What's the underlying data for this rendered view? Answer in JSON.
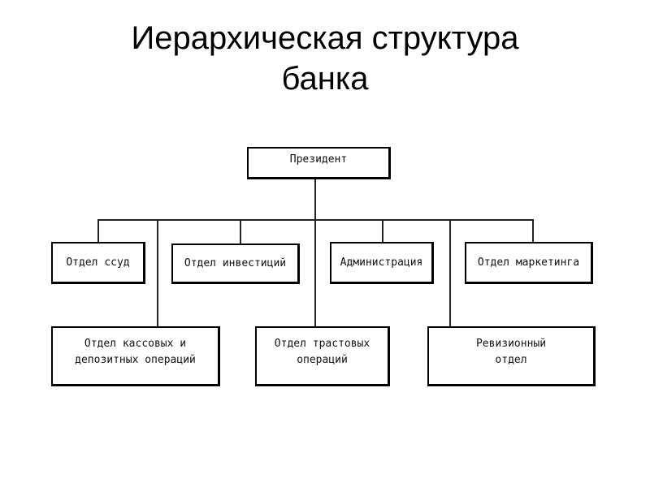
{
  "title": {
    "line1": "Иерархическая структура",
    "line2": "банка"
  },
  "org_chart": {
    "root": "Президент",
    "level1": [
      "Отдел ссуд",
      "Отдел инвестиций",
      "Администрация",
      "Отдел маркетинга"
    ],
    "level2": [
      {
        "line1": "Отдел кассовых и",
        "line2": "депозитных операций"
      },
      {
        "line1": "Отдел трастовых",
        "line2": "операций"
      },
      {
        "line1": "Ревизионный",
        "line2": "отдел"
      }
    ]
  }
}
